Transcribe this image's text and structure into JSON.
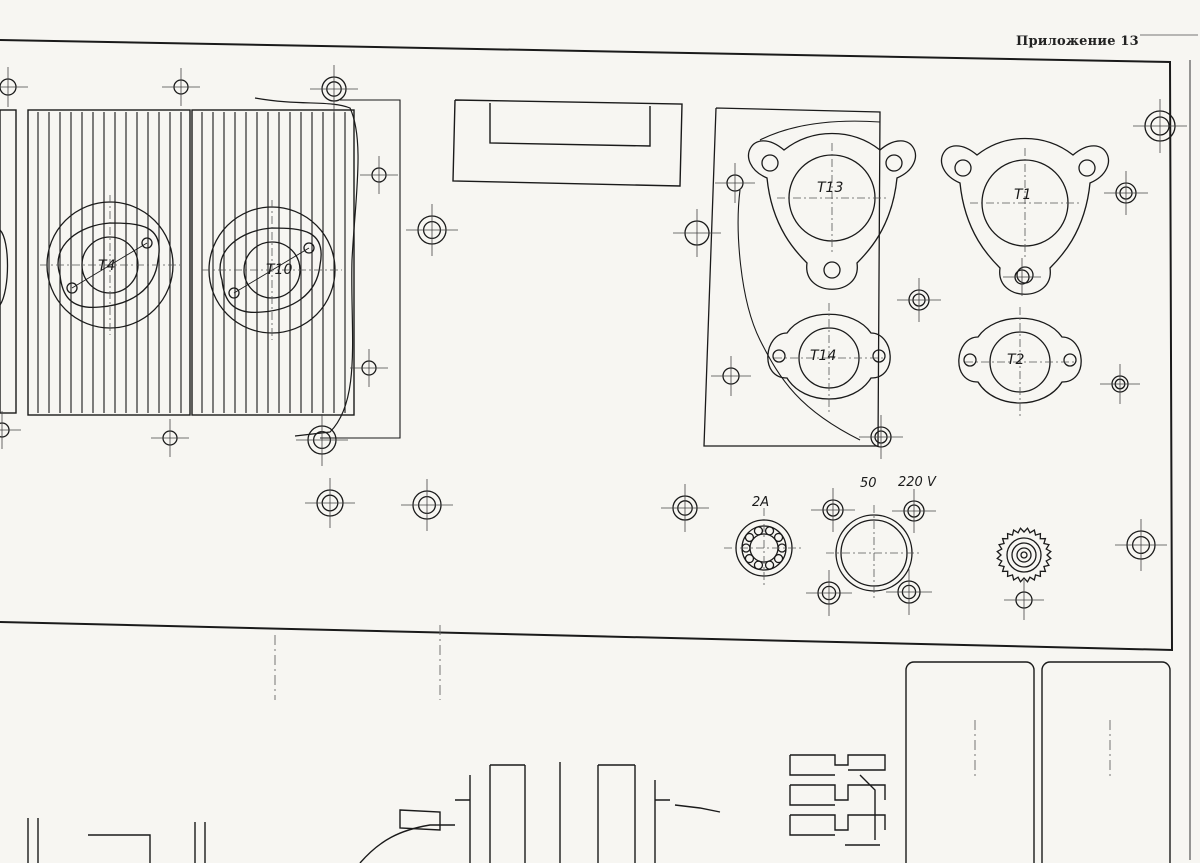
{
  "header": {
    "appendix": "Приложение 13"
  },
  "transistors": [
    {
      "id": "t4",
      "label": "T4"
    },
    {
      "id": "t10",
      "label": "T10"
    },
    {
      "id": "t13",
      "label": "T13"
    },
    {
      "id": "t1",
      "label": "T1"
    },
    {
      "id": "t14",
      "label": "T14"
    },
    {
      "id": "t2",
      "label": "T2"
    }
  ],
  "fuse": {
    "label": "2A"
  },
  "voltage_selector": {
    "label_50": "50",
    "label_220v": "220 V"
  },
  "colors": {
    "ink": "#1a1a1a",
    "paper": "#f7f6f2",
    "faint": "#8a8a8a"
  }
}
